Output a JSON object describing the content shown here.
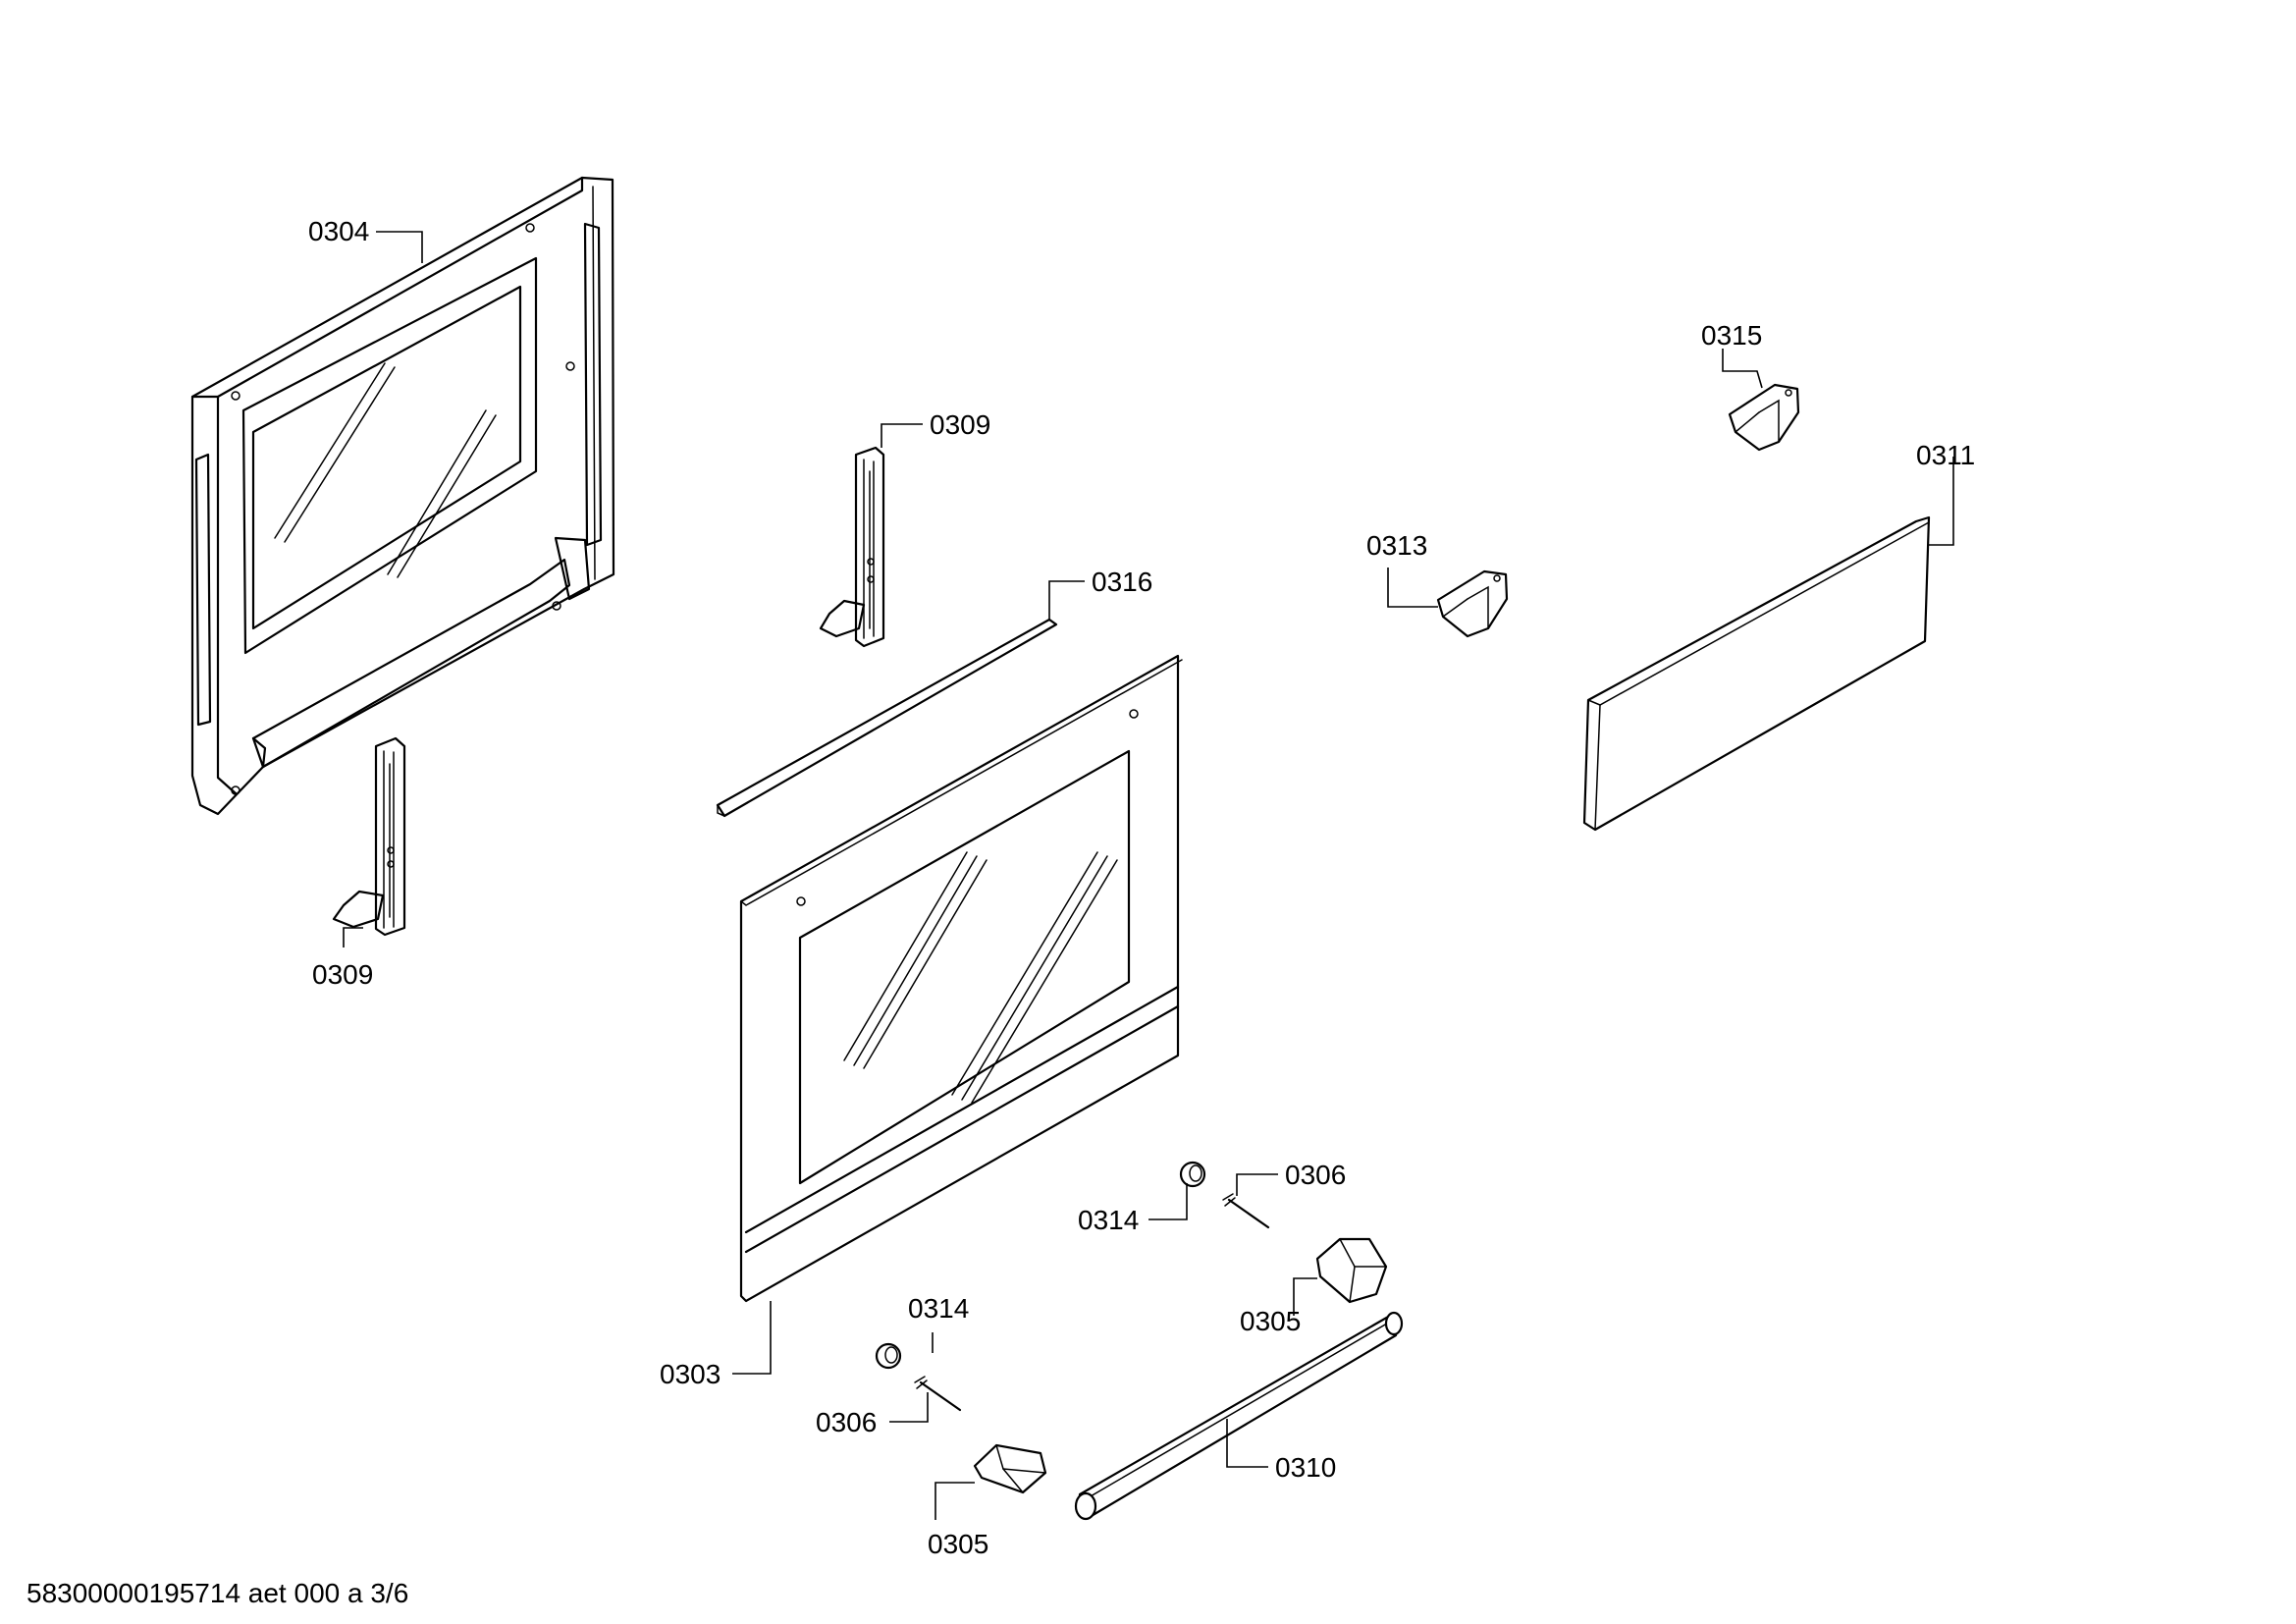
{
  "callouts": {
    "c0304": "0304",
    "c0309_top": "0309",
    "c0309_bottom": "0309",
    "c0316": "0316",
    "c0315": "0315",
    "c0313": "0313",
    "c0311": "0311",
    "c0314_upper": "0314",
    "c0306_upper": "0306",
    "c0305_upper": "0305",
    "c0303": "0303",
    "c0314_lower": "0314",
    "c0306_lower": "0306",
    "c0305_lower": "0305",
    "c0310": "0310"
  },
  "footer": {
    "document_code": "58300000195714 aet 000 a 3/6"
  }
}
